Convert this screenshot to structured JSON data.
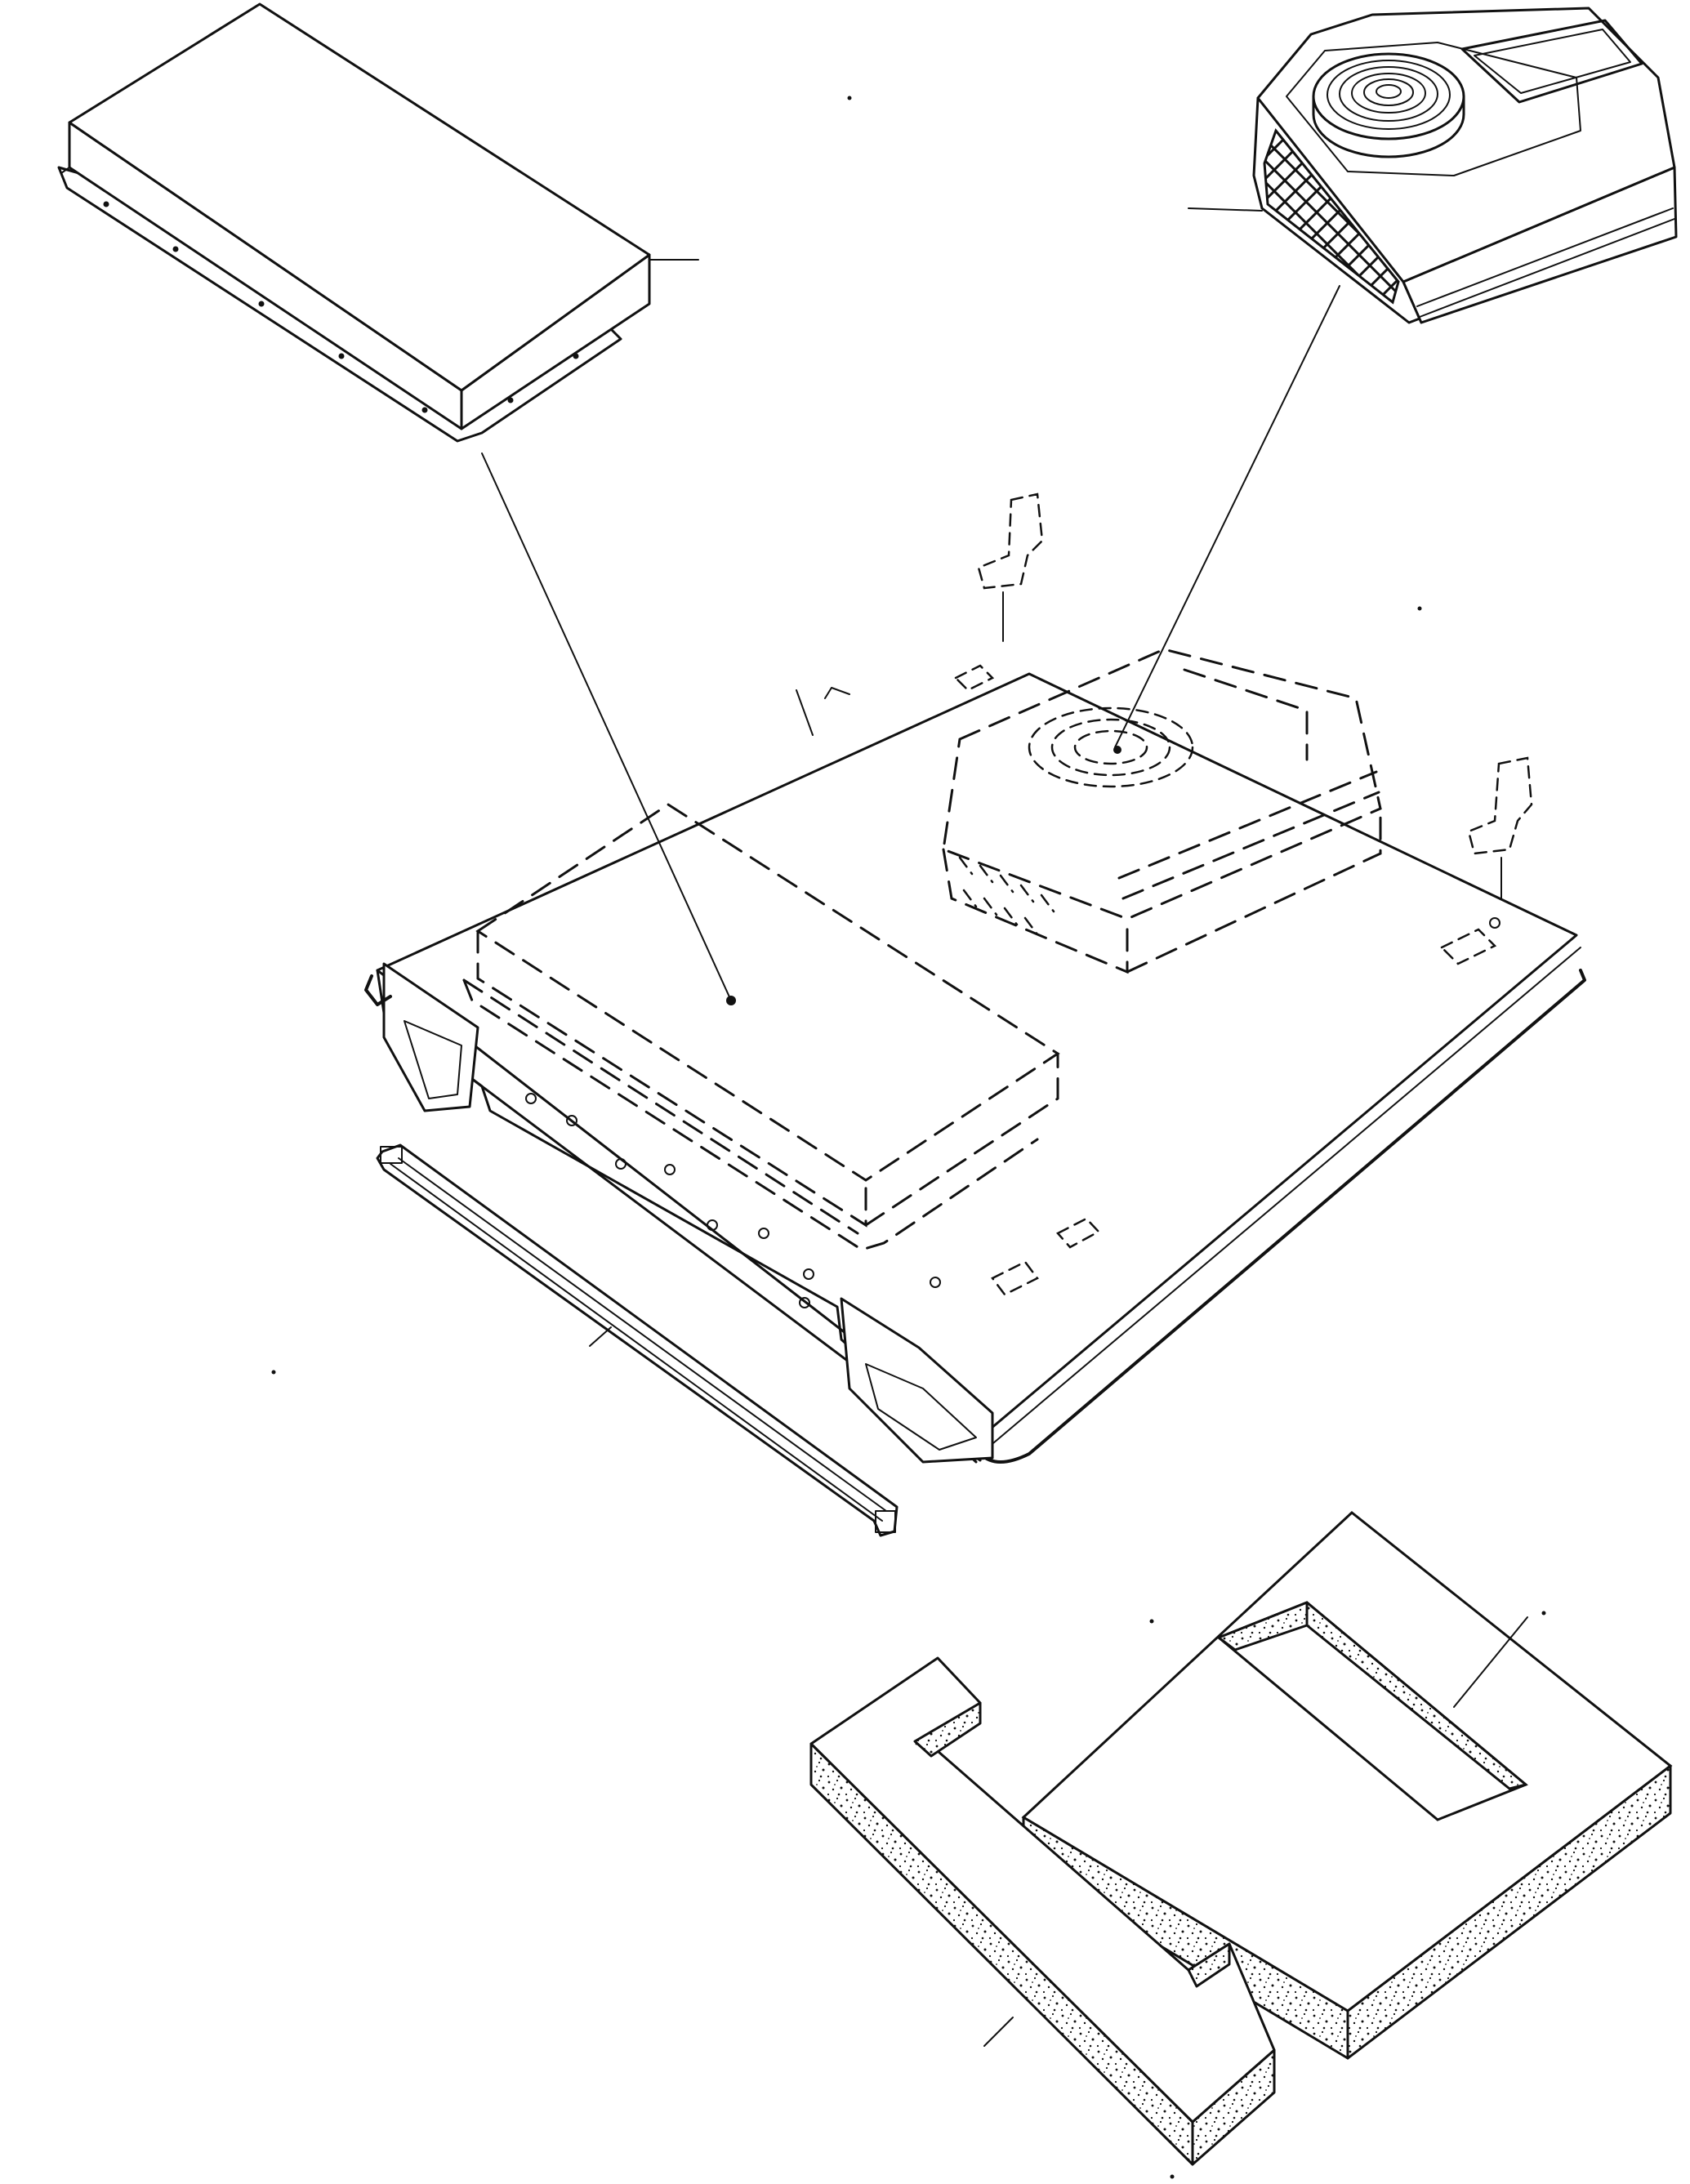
{
  "figure": {
    "kind": "exploded-isometric-line-drawing",
    "label_text": "",
    "ink_color": "#111111",
    "background_color": "#ffffff",
    "parts": [
      {
        "id": "cover-housing",
        "icon": "rectangular-cover-housing",
        "style": "solid-outline"
      },
      {
        "id": "fan-unit",
        "icon": "fan-hood-with-grille",
        "style": "solid-outline"
      },
      {
        "id": "base-pan",
        "icon": "base-pan-tray",
        "style": "solid-outline"
      },
      {
        "id": "mounting-bracket-left",
        "icon": "l-bracket",
        "style": "dashed-outline"
      },
      {
        "id": "mounting-bracket-right",
        "icon": "l-bracket",
        "style": "dashed-outline"
      },
      {
        "id": "side-rail",
        "icon": "side-rail-strip",
        "style": "solid-outline"
      },
      {
        "id": "gasket-frame",
        "icon": "foam-gasket-frame",
        "style": "stippled-foam"
      },
      {
        "id": "gasket-strip",
        "icon": "foam-gasket-strip",
        "style": "stippled-foam"
      }
    ],
    "leader_lines": 9,
    "installed_position_guides": [
      "cover-housing",
      "fan-unit"
    ]
  }
}
